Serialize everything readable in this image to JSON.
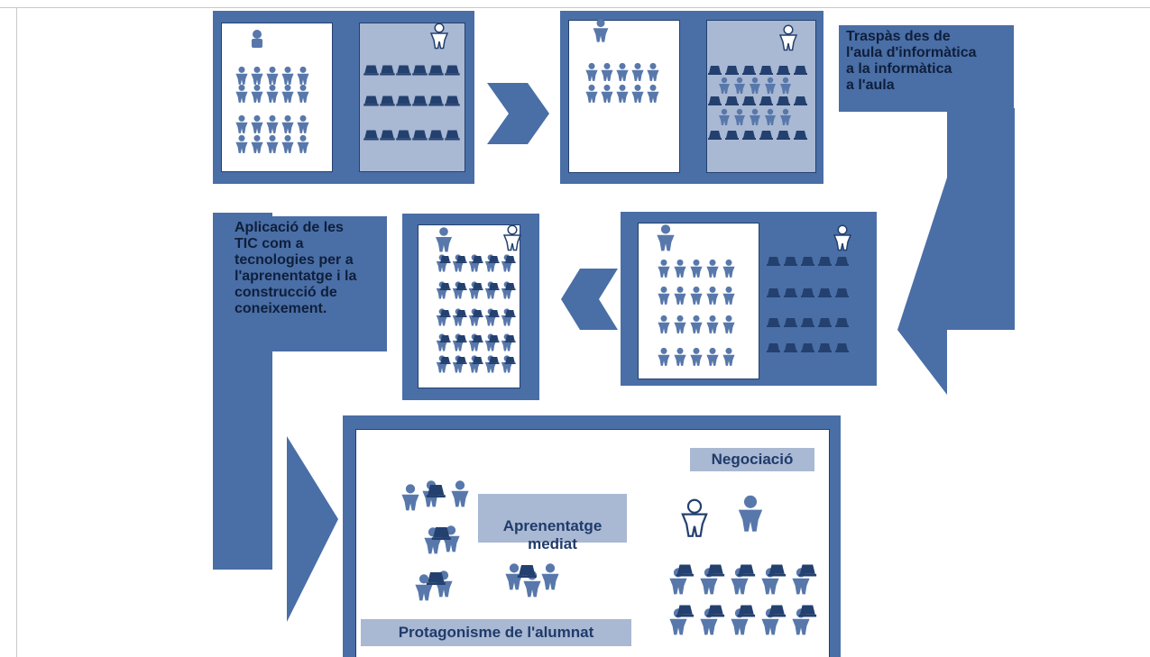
{
  "notes": {
    "traspas": "Traspàs des de\nl'aula d'informàtica\na la informàtica\na l'aula",
    "aplicacio": "Aplicació de les\nTIC com a\ntecnologies per a\nl'aprenentatge i la\nconstrucció de\nconeixement."
  },
  "labels": {
    "negociacio": "Negociació",
    "aprenentatge": "Aprenentatge\nmediat",
    "protagonisme": "Protagonisme de l'alumnat"
  },
  "colors": {
    "primary": "#4a6ea6",
    "dark": "#23406f",
    "light": "#a9b8d3",
    "figure": "#5878ab"
  }
}
